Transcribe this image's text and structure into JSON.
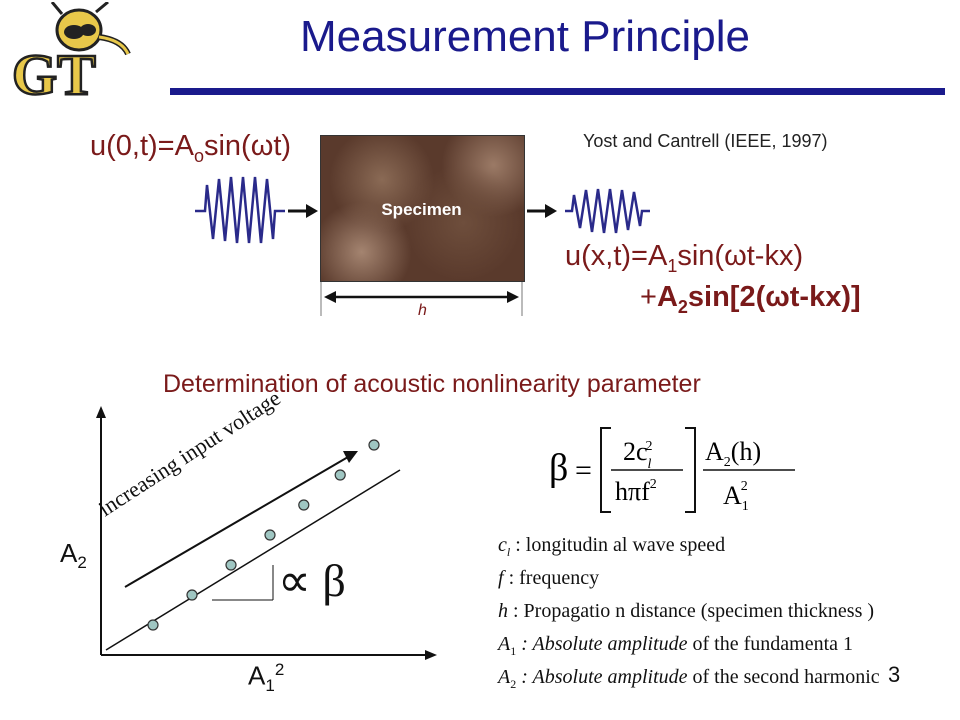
{
  "title": "Measurement Principle",
  "logo": {
    "text": "GT"
  },
  "citation": "Yost and Cantrell (IEEE, 1997)",
  "input_equation": {
    "lhs": "u(0,t)=A",
    "sub": "o",
    "rhs_pre": "sin(",
    "omega": "ω",
    "rhs_post": "t)"
  },
  "output_equation": {
    "line1_pre": "u(x,t)=A",
    "line1_sub": "1",
    "line1_mid": "sin(",
    "line1_omega": "ω",
    "line1_post": "t-kx)",
    "line2_plus": "+",
    "line2_pre": "A",
    "line2_sub": "2",
    "line2_mid": "sin[2(",
    "line2_omega": "ω",
    "line2_post": "t-kx)]"
  },
  "specimen_label": "Specimen",
  "thickness_label": "h",
  "subtitle": "Determination of acoustic nonlinearity parameter",
  "graph": {
    "y_label": "A",
    "y_sub": "2",
    "x_label": "A",
    "x_sub": "1",
    "x_sup": "2",
    "arrow_label": "increasing input voltage",
    "proportional_symbol": "∝ β",
    "points": [
      [
        0.2,
        0.1
      ],
      [
        0.35,
        0.2
      ],
      [
        0.5,
        0.3
      ],
      [
        0.65,
        0.4
      ],
      [
        0.78,
        0.5
      ],
      [
        0.92,
        0.6
      ],
      [
        1.05,
        0.7
      ]
    ]
  },
  "formula": {
    "beta": "β",
    "equals": "=",
    "num1": "2c",
    "num1_sub": "l",
    "num1_sup": "2",
    "den1": "hπf",
    "den1_sup": "2",
    "num2": "A",
    "num2_sub": "2",
    "num2_post": "(h)",
    "den2": "A",
    "den2_sub": "1",
    "den2_sup": "2"
  },
  "legend": [
    {
      "sym": "c",
      "sub": "l",
      "text": " : longitudin  al wave speed"
    },
    {
      "sym": "f",
      "sub": "",
      "text": " : frequency"
    },
    {
      "sym": "h",
      "sub": "",
      "text": " : Propagatio n distance (specimen  thickness )"
    },
    {
      "sym": "A",
      "sub": "1",
      "italic": " : Absolute amplitude",
      "text": " of the fundamenta 1"
    },
    {
      "sym": "A",
      "sub": "2",
      "italic": " : Absolute amplitude",
      "text": " of the second harmonic"
    }
  ],
  "page_number": "3",
  "colors": {
    "title": "#1a1a8c",
    "equation": "#7a1a1a",
    "wave": "#2a2a8a",
    "points": "#9fc6c2"
  }
}
